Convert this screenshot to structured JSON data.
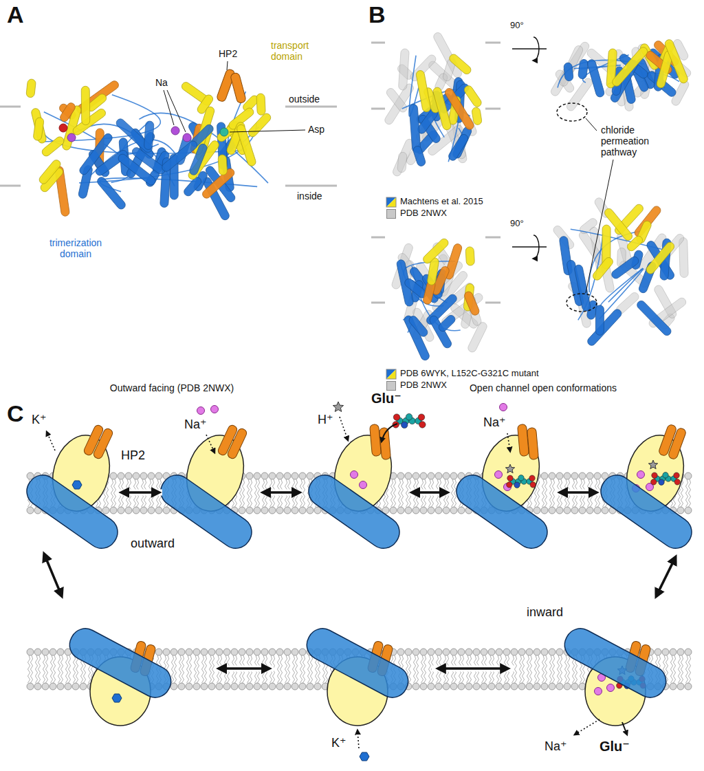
{
  "diagram": {
    "labels": [
      "A",
      "HP2",
      "transport domain",
      "outside",
      "Na",
      "Asp",
      "inside",
      "trimerization domain",
      "Outward facing (PDB 2NWX)",
      "B",
      "90°",
      "chloride permeation pathway",
      "90°",
      "Open channel open conformations",
      "C",
      "K⁺",
      "HP2",
      "Na⁺",
      "H⁺",
      "Glu⁻",
      "Na⁺",
      "outward",
      "inward",
      "K⁺",
      "Na⁺",
      "Glu⁻"
    ],
    "legend": [
      {
        "text": "Machtens et al. 2015"
      },
      {
        "text": "PDB 2NWX",
        "color": "#c8c8c8"
      },
      {
        "text": "PDB 6WYK, L152C-G321C mutant"
      },
      {
        "text": "PDB 2NWX",
        "color": "#c8c8c8"
      }
    ]
  }
}
